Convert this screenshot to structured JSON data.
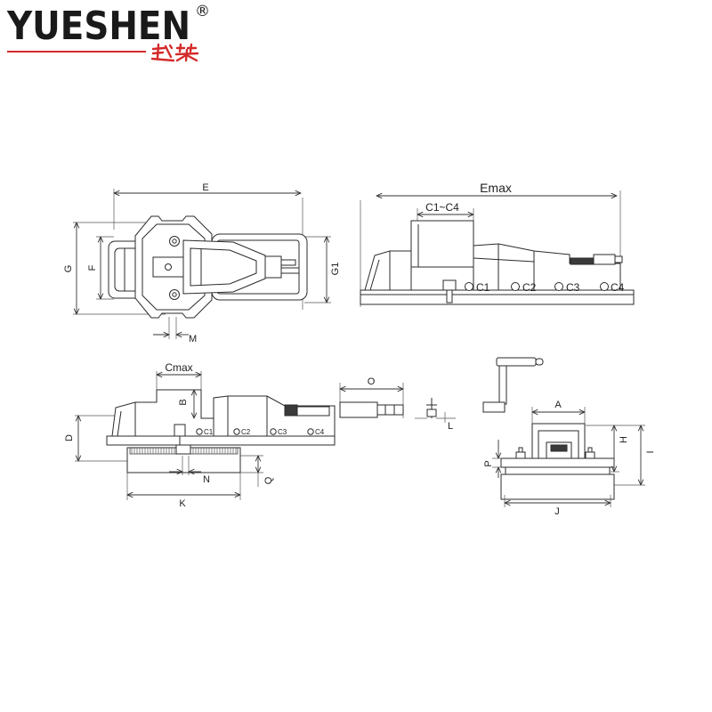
{
  "logo": {
    "brand": "YUESHEN",
    "registered_mark": "®",
    "chinese_mark": "越燊",
    "brand_color": "#1a1a1a",
    "accent_color": "#d42a2a"
  },
  "top_view": {
    "E": "E",
    "G": "G",
    "F": "F",
    "G1": "G1",
    "M": "M"
  },
  "side_view": {
    "Emax": "Emax",
    "C_range": "C1~C4",
    "C1": "C1",
    "C2": "C2",
    "C3": "C3",
    "C4": "C4"
  },
  "front_view": {
    "Cmax": "Cmax",
    "B": "B",
    "D": "D",
    "C1": "C1",
    "C2": "C2",
    "C3": "C3",
    "C4": "C4",
    "N": "N",
    "Q": "Q",
    "K": "K"
  },
  "handle_view": {
    "O": "O"
  },
  "pin_view": {
    "L": "L"
  },
  "end_view": {
    "A": "A",
    "H": "H",
    "I": "I",
    "P": "P",
    "J": "J"
  }
}
